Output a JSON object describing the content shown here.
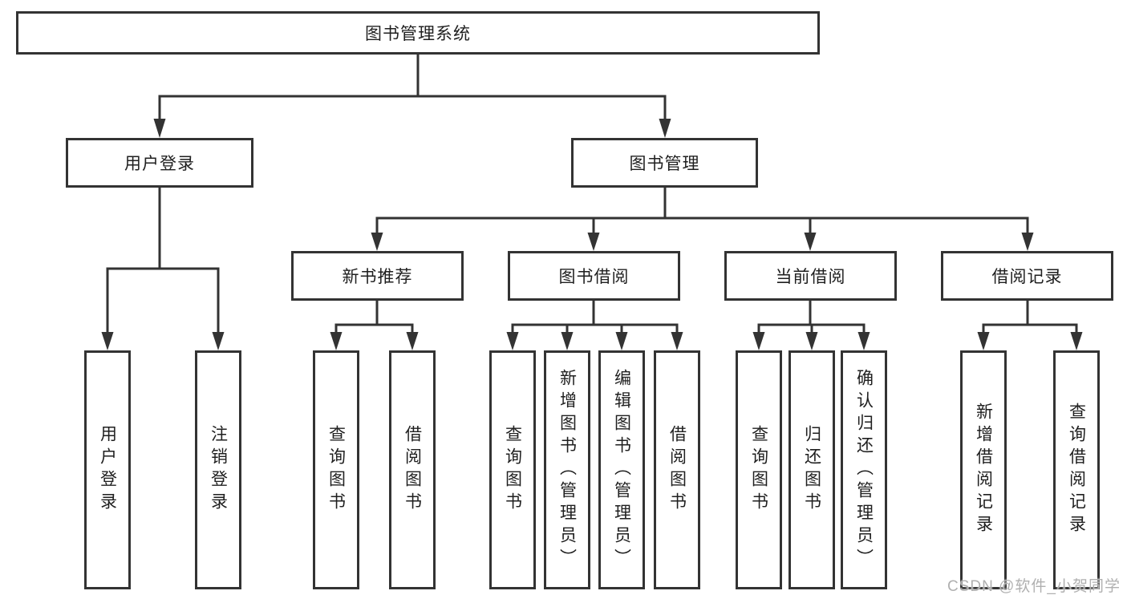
{
  "tree": {
    "label": "图书管理系统",
    "children": [
      {
        "label": "用户登录",
        "children": [
          {
            "label": "用户登录"
          },
          {
            "label": "注销登录"
          }
        ]
      },
      {
        "label": "图书管理",
        "children": [
          {
            "label": "新书推荐",
            "children": [
              {
                "label": "查询图书"
              },
              {
                "label": "借阅图书"
              }
            ]
          },
          {
            "label": "图书借阅",
            "children": [
              {
                "label": "查询图书"
              },
              {
                "label": "新增图书（管理员）"
              },
              {
                "label": "编辑图书（管理员）"
              },
              {
                "label": "借阅图书"
              }
            ]
          },
          {
            "label": "当前借阅",
            "children": [
              {
                "label": "查询图书"
              },
              {
                "label": "归还图书"
              },
              {
                "label": "确认归还（管理员）"
              }
            ]
          },
          {
            "label": "借阅记录",
            "children": [
              {
                "label": "新增借阅记录"
              },
              {
                "label": "查询借阅记录"
              }
            ]
          }
        ]
      }
    ]
  },
  "watermark": {
    "text": "CSDN @软件_小贺同学"
  },
  "colors": {
    "background": "#ffffff",
    "line": "#333333",
    "box_border": "#333333",
    "text": "#1f1f1f",
    "watermark": "#b0b0b0"
  }
}
